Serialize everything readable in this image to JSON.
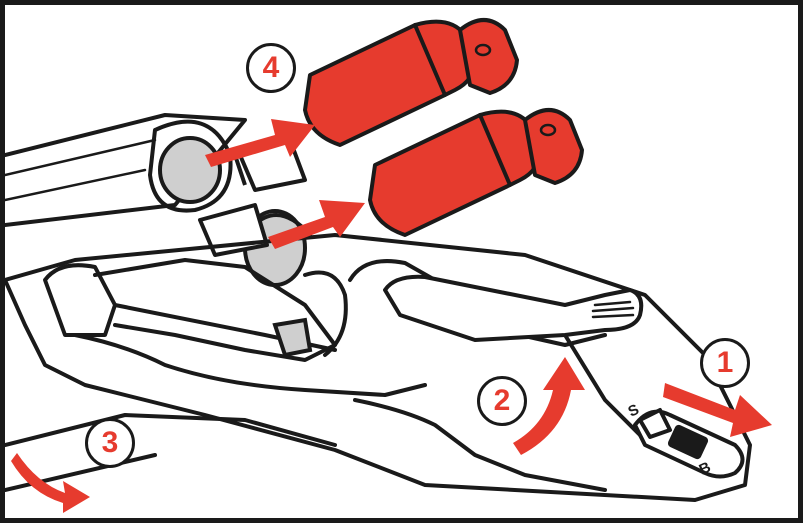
{
  "steps": [
    {
      "number": "1",
      "color": "#e63b2e"
    },
    {
      "number": "2",
      "color": "#e63b2e"
    },
    {
      "number": "3",
      "color": "#e63b2e"
    },
    {
      "number": "4",
      "color": "#e63b2e"
    }
  ],
  "safety_markings": {
    "safe": "S",
    "fire": "B"
  },
  "colors": {
    "accent": "#e63b2e",
    "ink": "#1a1a1a",
    "primer": "#cfcfcf"
  }
}
